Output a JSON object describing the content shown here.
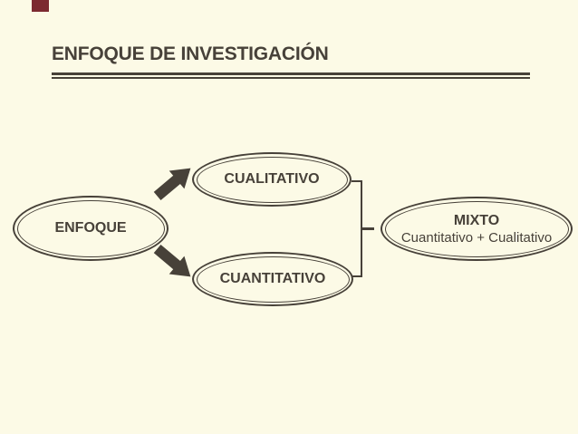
{
  "slide": {
    "title": "ENFOQUE DE INVESTIGACIÓN",
    "colors": {
      "background": "#FCFAE6",
      "ink": "#474139",
      "accent": "#7C2A30"
    }
  },
  "diagram": {
    "source": {
      "label": "ENFOQUE"
    },
    "branches": [
      {
        "label": "CUALITATIVO"
      },
      {
        "label": "CUANTITATIVO"
      }
    ],
    "result": {
      "label": "MIXTO",
      "sublabel": "Cuantitativo + Cualitativo"
    },
    "connectors": [
      "arrow-up-right-icon",
      "arrow-down-right-icon",
      "bracket-connector"
    ]
  }
}
